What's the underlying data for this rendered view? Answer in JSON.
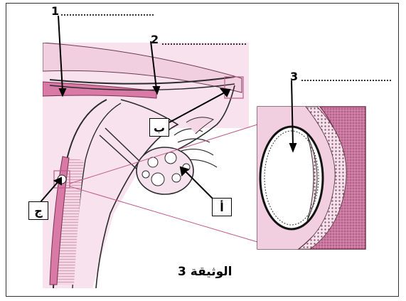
{
  "labels": {
    "n1": "1",
    "n2": "2",
    "n3": "3",
    "letter_a": "أ",
    "letter_b": "ب",
    "letter_c": "ج"
  },
  "caption": "الوثيقة 3",
  "colors": {
    "tissue_pink": "#f2cfe0",
    "deep_pink": "#d97aa6",
    "line": "#000000"
  }
}
